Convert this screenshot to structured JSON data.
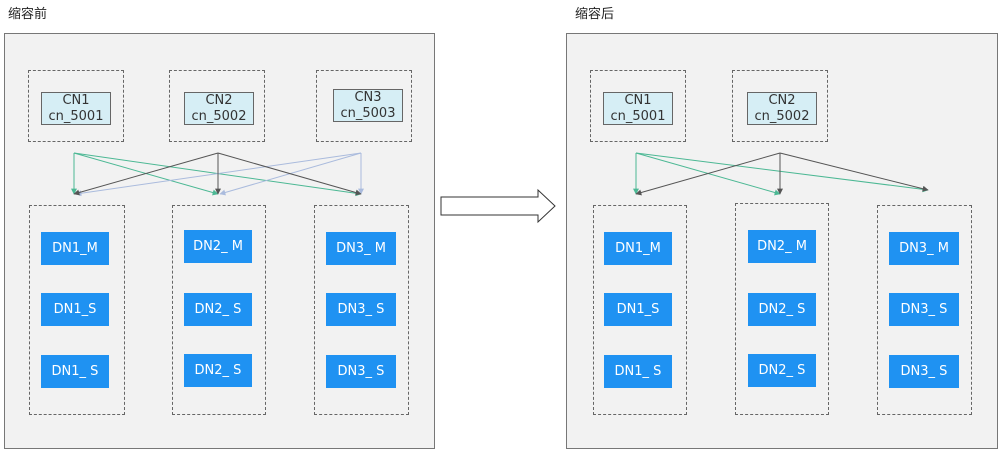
{
  "before": {
    "title": "缩容前",
    "cns": [
      {
        "name": "CN1",
        "port": "cn_5001"
      },
      {
        "name": "CN2",
        "port": "cn_5002"
      },
      {
        "name": "CN3",
        "port": "cn_5003"
      }
    ],
    "dn_groups": [
      [
        "DN1_M",
        "DN1_S",
        "DN1_ S"
      ],
      [
        "DN2_ M",
        "DN2_ S",
        "DN2_ S"
      ],
      [
        "DN3_ M",
        "DN3_ S",
        "DN3_ S"
      ]
    ]
  },
  "after": {
    "title": "缩容后",
    "cns": [
      {
        "name": "CN1",
        "port": "cn_5001"
      },
      {
        "name": "CN2",
        "port": "cn_5002"
      }
    ],
    "dn_groups": [
      [
        "DN1_M",
        "DN1_S",
        "DN1_ S"
      ],
      [
        "DN2_ M",
        "DN2_ S",
        "DN2_ S"
      ],
      [
        "DN3_ M",
        "DN3_ S",
        "DN3_ S"
      ]
    ]
  },
  "colors": {
    "dn_fill": "#1f92f2",
    "cn_fill": "#d6eef5",
    "panel_fill": "#f2f2f2",
    "wire_cn1": "#4cb894",
    "wire_cn2": "#555555",
    "wire_cn3": "#aabbdd"
  }
}
